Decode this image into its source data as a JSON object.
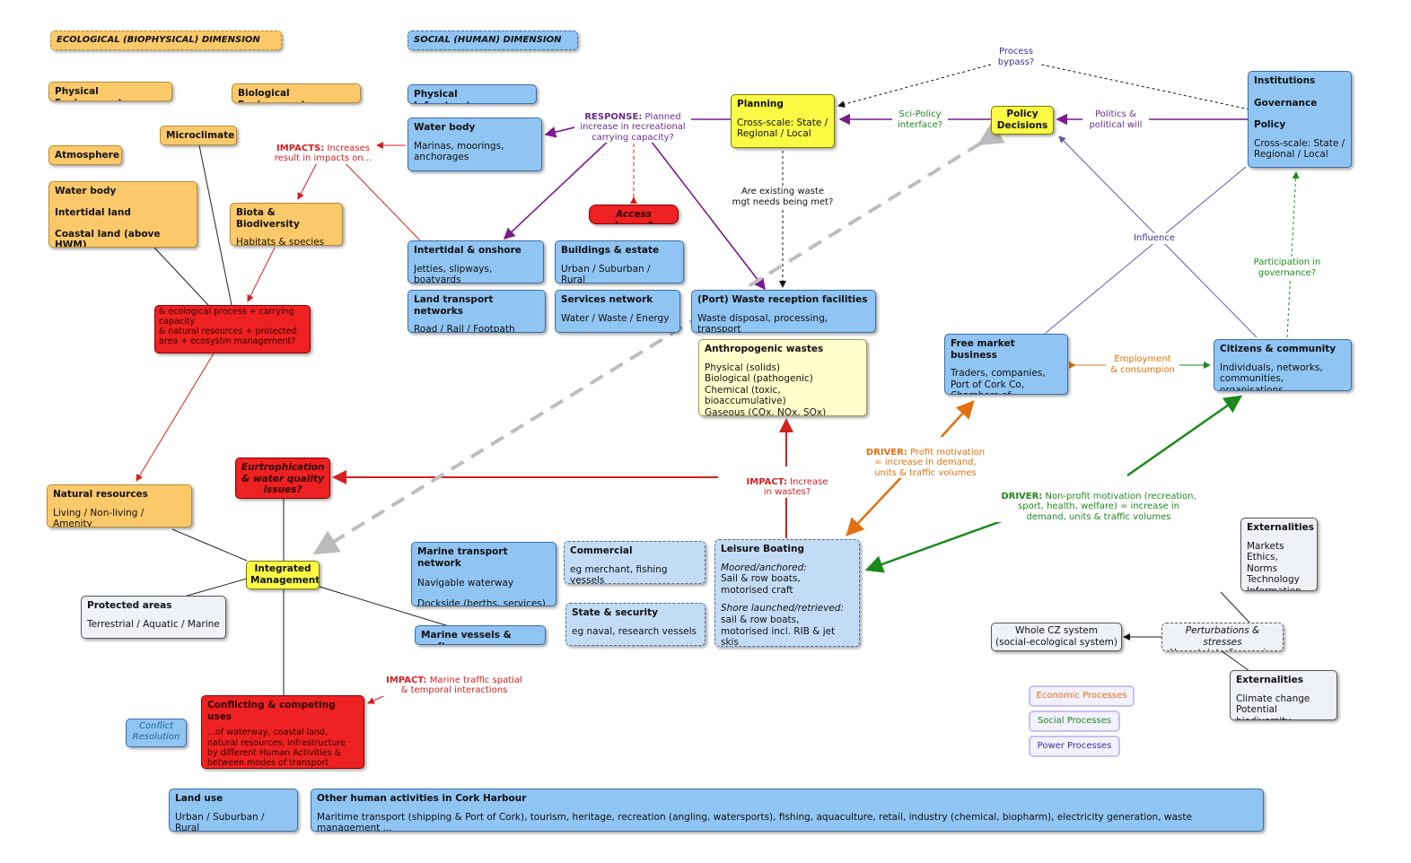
{
  "colors": {
    "ecological": "#fcc96a",
    "social": "#90c4f2",
    "impact": "#ee2222",
    "decision": "#fbfb45",
    "response_arrow": "#7a1a8c",
    "economic_driver": "#e07010",
    "social_driver": "#1a8a1a",
    "influence_line": "#5a5aa8"
  },
  "headers": {
    "ecological": "ECOLOGICAL (BIOPHYSICAL) DIMENSION",
    "social": "SOCIAL (HUMAN) DIMENSION"
  },
  "ecological_nodes": {
    "physical_environment": "Physical Environment",
    "biological_environment": "Biological Environment",
    "microclimate": "Microclimate",
    "atmosphere": "Atmosphere",
    "water_intertidal_coastal": "Water body\n\nIntertidal land\n\nCoastal land (above HWM)",
    "biota": {
      "title": "Biota & Biodiversity",
      "sub": "Habitats & species"
    },
    "natural_resources": {
      "title": "Natural resources",
      "sub": "Living / Non-living / Amenity"
    }
  },
  "red_nodes": {
    "ecological_process": "& ecological process + carrying capacity\n& natural resources + protected area + ecosystm management?",
    "eutrophication": "Eurtrophication & water quality issues?",
    "access_issues": "Access issues?",
    "conflicting": {
      "title": "Conflicting & competing uses",
      "sub": "...of waterway, coastal land, natural resources, infrastructure by different Human Activities & between modes of transport"
    }
  },
  "social_nodes": {
    "physical_infrastructure": "Physical Infrastructure",
    "water_body": {
      "title": "Water body",
      "sub": "Marinas, moorings, anchorages"
    },
    "intertidal_onshore": {
      "title": "Intertidal & onshore",
      "sub": "Jetties, slipways, boatyards"
    },
    "buildings_estate": {
      "title": "Buildings & estate",
      "sub": "Urban / Suburban / Rural"
    },
    "land_transport": {
      "title": "Land transport networks",
      "sub": "Road / Rail / Footpath"
    },
    "services_network": {
      "title": "Services network",
      "sub": "Water / Waste / Energy"
    },
    "waste_facilities": {
      "title": "(Port) Waste reception facilities",
      "sub": "Waste disposal, processing, transport"
    },
    "anthropogenic_wastes": {
      "title": "Anthropogenic wastes",
      "sub": "Physical (solids)\nBiological (pathogenic)\nChemical (toxic, bioaccumulative)\nGaseous  (COx, NOx, SOx)"
    },
    "planning": {
      "title": "Planning",
      "sub": "Cross-scale: State / Regional / Local"
    },
    "policy_decisions": "Policy Decisions",
    "institutions": {
      "lines": [
        "Institutions",
        "Governance",
        "Policy"
      ],
      "sub": "Cross-scale: State / Regional / Local"
    },
    "free_market": {
      "title": "Free market business",
      "sub": "Traders, companies, Port of Cork Co, Chambers of Commerce"
    },
    "citizens": {
      "title": "Citizens & community",
      "sub": "Individuals, networks, communities, organisations"
    },
    "marine_transport": {
      "title": "Marine transport network",
      "sub1": "Navigable waterway",
      "sub2": "Dockside (berths, services)"
    },
    "commercial": {
      "title": "Commercial",
      "sub": "eg merchant, fishing vessels"
    },
    "state_security": {
      "title": "State & security",
      "sub": "eg naval, research vessels"
    },
    "leisure_boating": {
      "title": "Leisure Boating",
      "moored_label": "Moored/anchored:",
      "moored": "Sail & row boats,\nmotorised craft",
      "shore_label": "Shore launched/retrieved:",
      "shore": "sail & row boats,\nmotorised incl. RIB & jet skis"
    },
    "marine_vessels": "Marine vessels & craft",
    "integrated_management": "Integrated Management",
    "protected_areas": {
      "title": "Protected areas",
      "sub": "Terrestrial / Aquatic / Marine"
    },
    "conflict_resolution": "Conflict Resolution",
    "land_use": {
      "title": "Land use",
      "sub": "Urban / Suburban / Rural"
    },
    "other_activities": {
      "title": "Other human activities in Cork Harbour",
      "sub": "Maritime transport (shipping & Port of Cork), tourism, heritage, recreation (angling, watersports), fishing, aquaculture, retail, industry (chemical, biopharm), electricity generation, waste management ..."
    },
    "externalities_top": {
      "title": "Externalities",
      "sub": "Markets\nEthics, Norms\nTechnology\nInformation"
    },
    "externalities_bottom": {
      "title": "Externalities",
      "sub": "Climate change\nPotential biodiversity"
    },
    "whole_cz": "Whole CZ system\n(social-ecological system)",
    "perturbations": "Perturbations & stresses\nUncertainty & surprise"
  },
  "edge_labels": {
    "impacts_increases": {
      "key": "IMPACTS:",
      "text": " Increases\nresult in impacts on..."
    },
    "response": {
      "key": "RESPONSE:",
      "text": " Planned\nincrease in recreational\ncarrying capacity?"
    },
    "process_bypass": "Process\nbypass?",
    "sci_policy": "Sci-Policy\ninterface?",
    "politics": "Politics &\npolitical will",
    "waste_needs": "Are existing waste\nmgt needs being met?",
    "influence": "Influence",
    "participation": "Participation in\ngovernance?",
    "employment": "Employment\n& consumpion",
    "driver_profit": {
      "key": "DRIVER:",
      "text": " Profit motivation\n= increase in demand,\nunits & traffic volumes"
    },
    "driver_nonprofit": {
      "key": "DRIVER:",
      "text": " Non-profit motivation (recreation,\nsport, health, welfare) = increase in\ndemand, units & traffic volumes"
    },
    "impact_wastes": {
      "key": "IMPACT:",
      "text": " Increase\nin wastes?"
    },
    "impact_traffic": {
      "key": "IMPACT:",
      "text": " Marine traffic spatial\n& temporal interactions"
    }
  },
  "legend": {
    "economic": "Economic Processes",
    "social": "Social Processes",
    "power": "Power Processes"
  }
}
